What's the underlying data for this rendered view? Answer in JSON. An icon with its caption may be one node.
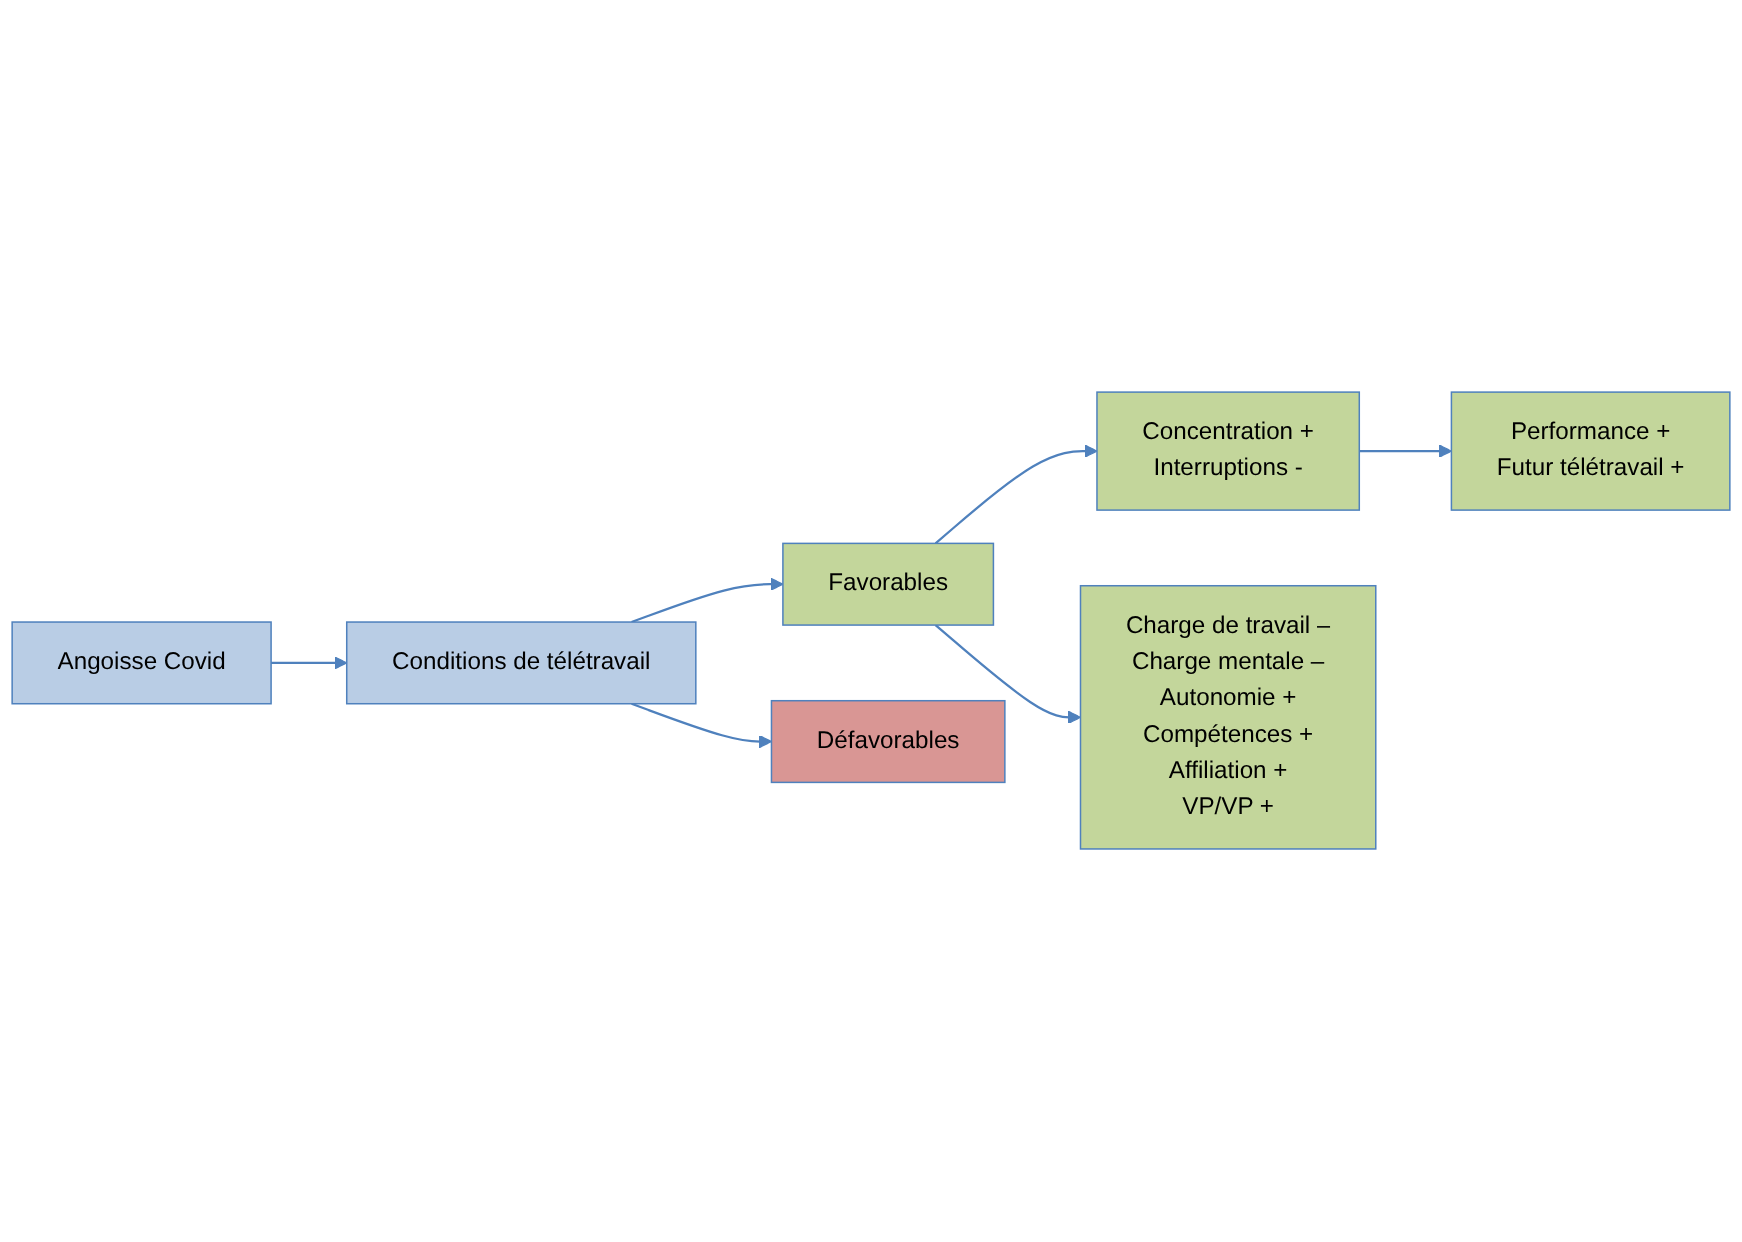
{
  "diagram": {
    "nodes": [
      {
        "text": [
          "Angoisse Covid"
        ]
      },
      {
        "text": [
          "Conditions de télétravail"
        ]
      },
      {
        "text": [
          "Favorables"
        ]
      },
      {
        "text": [
          "Défavorables"
        ]
      },
      {
        "text": [
          "Concentration +",
          "Interruptions -"
        ]
      },
      {
        "text": [
          "Performance +",
          "Futur télétravail +"
        ]
      },
      {
        "text": [
          "Charge de travail –",
          "Charge mentale –",
          "Autonomie +",
          "Compétences +",
          "Affiliation +",
          "VP/VP +"
        ]
      }
    ],
    "edges": [
      {
        "from": 0,
        "to": 1,
        "arrow": "to"
      },
      {
        "from": 1,
        "to": 2,
        "arrow": "to"
      },
      {
        "from": 1,
        "to": 3,
        "arrow": "to"
      },
      {
        "from": 2,
        "to": 4,
        "arrow": "to"
      },
      {
        "from": 4,
        "to": 5,
        "arrow": "to"
      },
      {
        "from": 2,
        "to": 6,
        "arrow": "to"
      }
    ]
  }
}
